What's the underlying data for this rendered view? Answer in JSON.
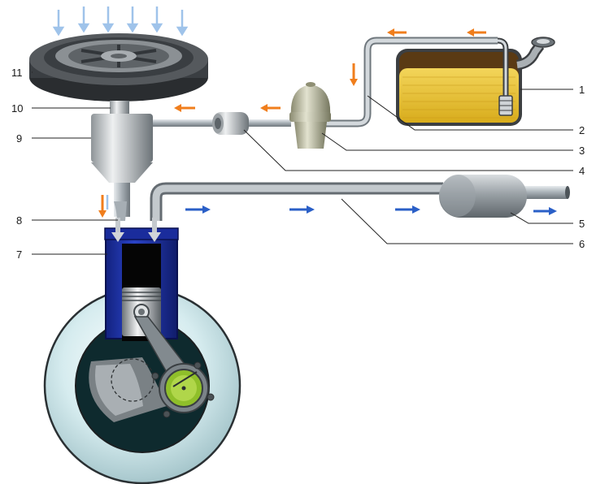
{
  "callouts": [
    {
      "id": "1",
      "label": "1"
    },
    {
      "id": "2",
      "label": "2"
    },
    {
      "id": "3",
      "label": "3"
    },
    {
      "id": "4",
      "label": "4"
    },
    {
      "id": "5",
      "label": "5"
    },
    {
      "id": "6",
      "label": "6"
    },
    {
      "id": "7",
      "label": "7"
    },
    {
      "id": "8",
      "label": "8"
    },
    {
      "id": "9",
      "label": "9"
    },
    {
      "id": "10",
      "label": "10"
    },
    {
      "id": "11",
      "label": "11"
    }
  ],
  "colors": {
    "fuel_flow_arrow": "#f07e1c",
    "exhaust_flow_arrow": "#2a5fc7",
    "intake_air_arrow": "#9fc3ea",
    "fuel": "#e7c535",
    "cylinder": "#1b2fa3",
    "pipe": "#b9c0c5"
  },
  "icons": [
    "fuel-tank-icon",
    "air-filter-icon",
    "fuel-pump-icon",
    "fuel-filter-icon",
    "muffler-icon",
    "carburetor-icon",
    "piston-icon",
    "crankshaft-icon"
  ]
}
